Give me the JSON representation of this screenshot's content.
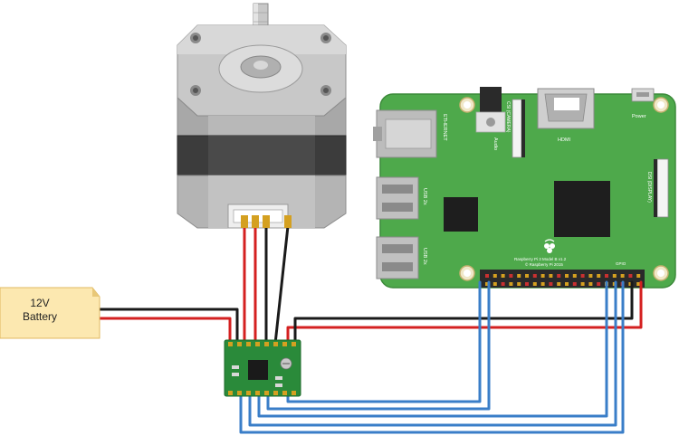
{
  "battery": {
    "line1": "12V",
    "line2": "Battery",
    "colors": {
      "body": "#fce8b0",
      "edge": "#e0b860"
    }
  },
  "raspberry_pi": {
    "board_color": "#4ea94b",
    "labels": {
      "ethernet": "ETHERNET",
      "audio": "Audio",
      "hdmi": "HDMI",
      "power": "Power",
      "camera": "CSI (CAMERA)",
      "display": "DSI (DISPLAY)",
      "usb_top": "USB 2x",
      "usb_bottom": "USB 2x",
      "model_line1": "Raspberry Pi 3 Model B v1.2",
      "model_line2": "© Raspberry Pi 2015",
      "gpio": "GPIO"
    }
  },
  "wire_colors": {
    "red": "#d42020",
    "black": "#1a1a1a",
    "blue": "#3a7ec8",
    "gold": "#d4a020"
  },
  "driver": {
    "board_color": "#2a8a3a"
  },
  "motor": {
    "body_color": "#b4b4b4"
  }
}
